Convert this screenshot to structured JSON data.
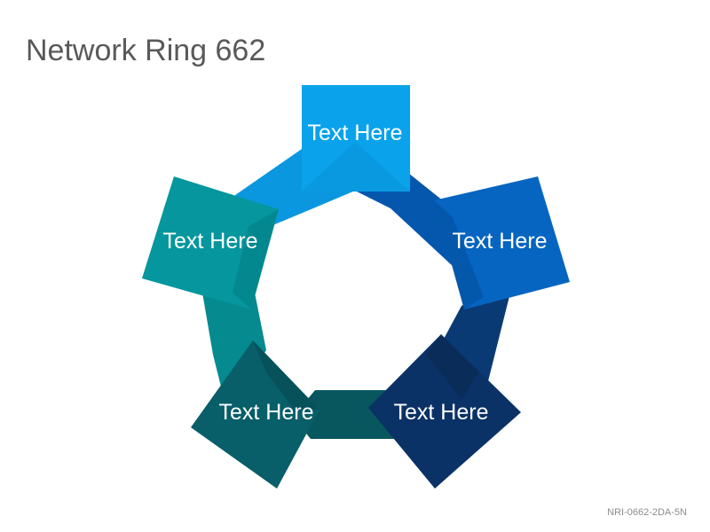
{
  "slide": {
    "title": "Network Ring 662",
    "code": "NRI-0662-2DA-5N"
  },
  "ring": {
    "nodes": [
      {
        "label": "Text Here",
        "color": "#0aa2ea"
      },
      {
        "label": "Text Here",
        "color": "#0665c0"
      },
      {
        "label": "Text Here",
        "color": "#0b3266"
      },
      {
        "label": "Text Here",
        "color": "#085e69"
      },
      {
        "label": "Text Here",
        "color": "#05969e"
      }
    ],
    "links": [
      {
        "from": 0,
        "to": 1,
        "color": "#0557ad"
      },
      {
        "from": 1,
        "to": 2,
        "color": "#0a3a73"
      },
      {
        "from": 2,
        "to": 3,
        "color": "#08575e"
      },
      {
        "from": 3,
        "to": 4,
        "color": "#048a8f"
      },
      {
        "from": 4,
        "to": 0,
        "color": "#0a97e0"
      }
    ]
  }
}
